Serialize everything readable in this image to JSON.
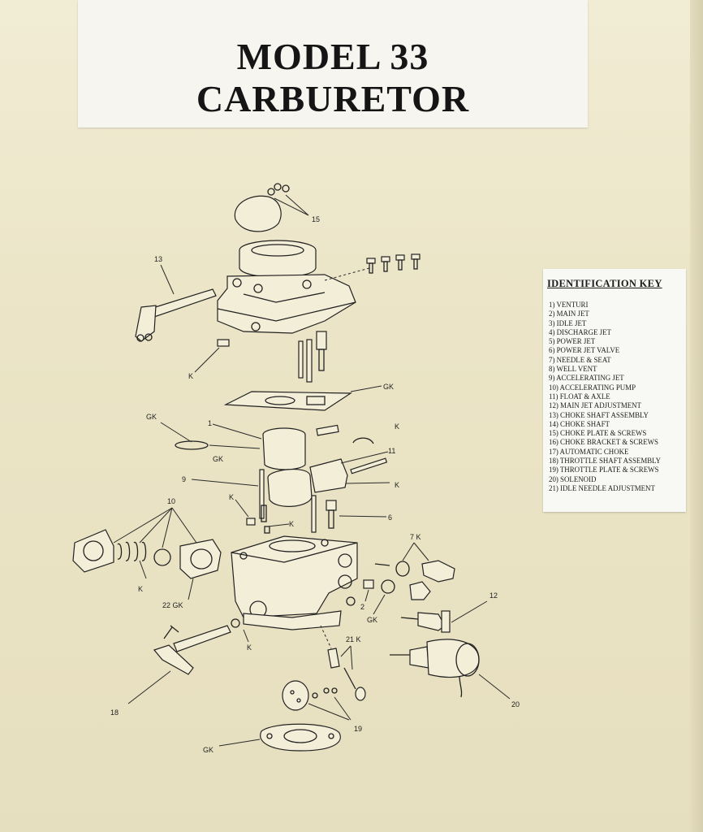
{
  "title": {
    "line1": "MODEL 33",
    "line2": "CARBURETOR"
  },
  "key": {
    "heading": "IDENTIFICATION KEY",
    "items": [
      "1) VENTURI",
      "2) MAIN JET",
      "3) IDLE JET",
      "4) DISCHARGE JET",
      "5) POWER JET",
      "6) POWER JET VALVE",
      "7) NEEDLE & SEAT",
      "8) WELL VENT",
      "9) ACCELERATING JET",
      "10) ACCELERATING PUMP",
      "11) FLOAT & AXLE",
      "12) MAIN JET ADJUSTMENT",
      "13) CHOKE SHAFT ASSEMBLY",
      "14) CHOKE SHAFT",
      "15) CHOKE PLATE & SCREWS",
      "16) CHOKE BRACKET & SCREWS",
      "17) AUTOMATIC CHOKE",
      "18) THROTTLE SHAFT ASSEMBLY",
      "19) THROTTLE PLATE & SCREWS",
      "20) SOLENOID",
      "21) IDLE NEEDLE ADJUSTMENT"
    ]
  },
  "callouts": {
    "c15": "15",
    "c13": "13",
    "k1": "K",
    "gk1": "GK",
    "gk2": "GK",
    "c1": "1",
    "k2": "K",
    "gk3": "GK",
    "c11": "11",
    "c9": "9",
    "k3": "K",
    "k4": "K",
    "k5": "K",
    "c6": "6",
    "c10": "10",
    "c7k": "7 K",
    "k6": "K",
    "gk22": "22 GK",
    "c2": "2",
    "gk4": "GK",
    "c12": "12",
    "c21k": "21 K",
    "k7": "K",
    "c18": "18",
    "c20": "20",
    "c19": "19",
    "gk5": "GK"
  },
  "colors": {
    "paper": "#e9e2c4",
    "card": "#f6f5f0",
    "ink": "#151515"
  }
}
